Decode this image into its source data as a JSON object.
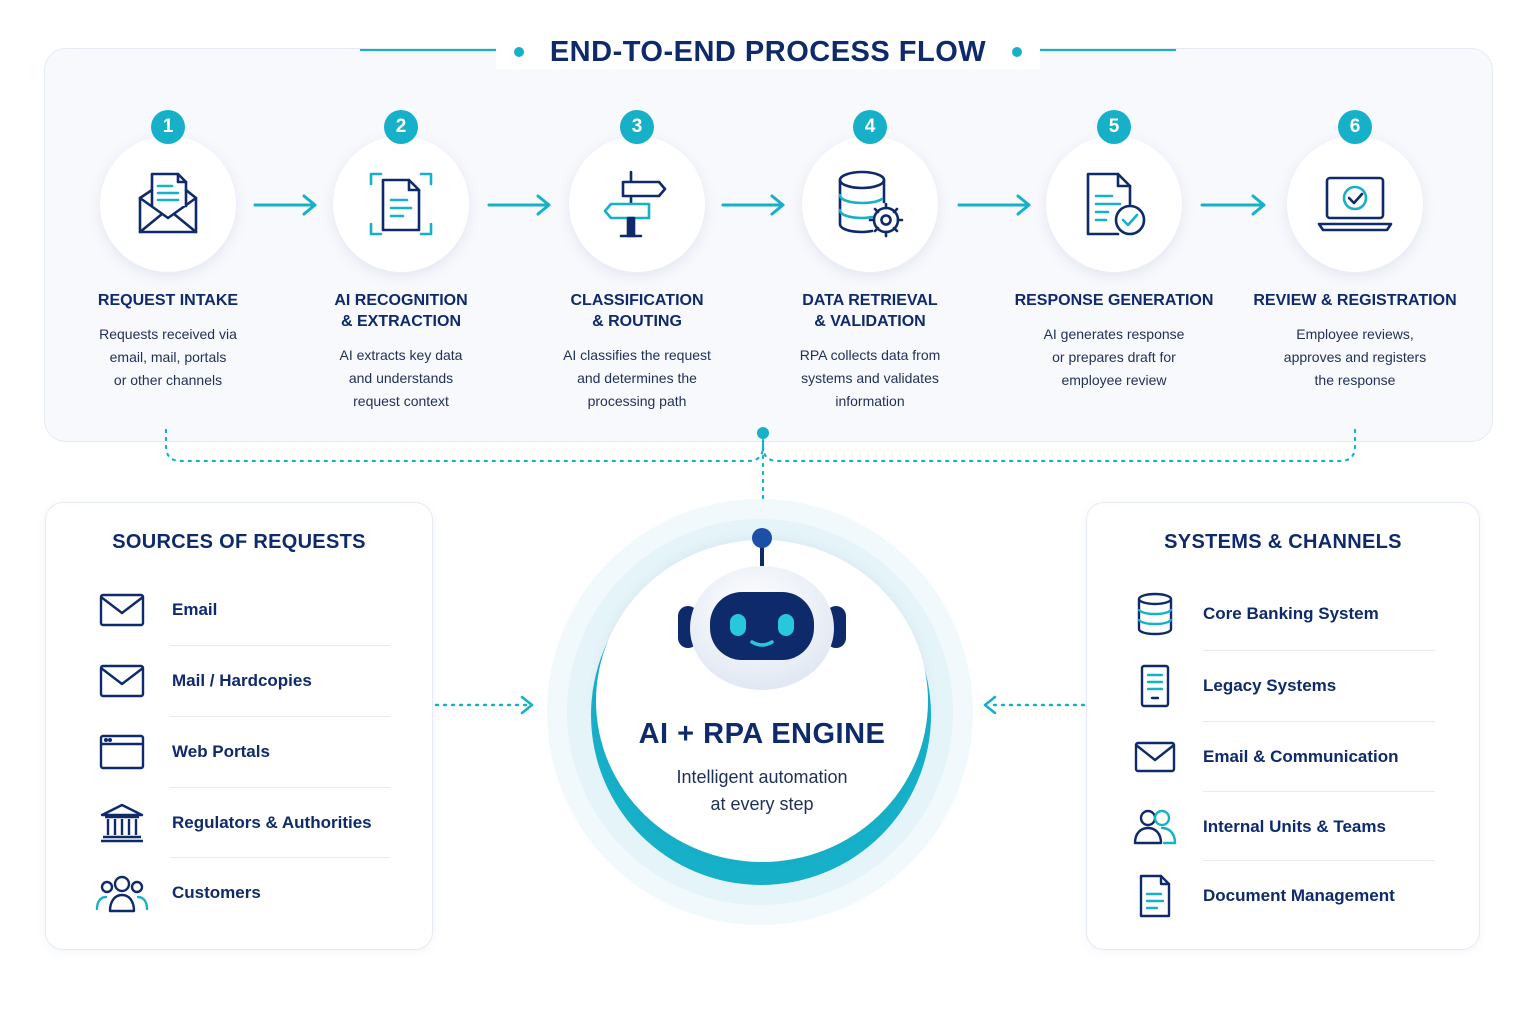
{
  "title": "END-TO-END PROCESS FLOW",
  "colors": {
    "accent": "#17b0c9",
    "navy": "#0e2a6b",
    "panel": "#f8f9fd"
  },
  "steps": [
    {
      "number": "1",
      "icon": "envelope-document-icon",
      "title": "REQUEST INTAKE",
      "title2": "",
      "desc": [
        "Requests received via",
        "email, mail, portals",
        "or other channels"
      ]
    },
    {
      "number": "2",
      "icon": "document-scan-icon",
      "title": "AI RECOGNITION",
      "title2": "& EXTRACTION",
      "desc": [
        "AI extracts key data",
        "and understands",
        "request context"
      ]
    },
    {
      "number": "3",
      "icon": "signpost-icon",
      "title": "CLASSIFICATION",
      "title2": "& ROUTING",
      "desc": [
        "AI classifies the request",
        "and determines the",
        "processing path"
      ]
    },
    {
      "number": "4",
      "icon": "database-gear-icon",
      "title": "DATA RETRIEVAL",
      "title2": "& VALIDATION",
      "desc": [
        "RPA collects data from",
        "systems and validates",
        "information"
      ]
    },
    {
      "number": "5",
      "icon": "document-check-icon",
      "title": "RESPONSE GENERATION",
      "title2": "",
      "desc": [
        "AI generates response",
        "or prepares draft for",
        "employee review"
      ]
    },
    {
      "number": "6",
      "icon": "laptop-check-icon",
      "title": "REVIEW & REGISTRATION",
      "title2": "",
      "desc": [
        "Employee reviews,",
        "approves and registers",
        "the response"
      ]
    }
  ],
  "sources": {
    "title": "SOURCES OF REQUESTS",
    "items": [
      {
        "label": "Email",
        "icon": "envelope-icon"
      },
      {
        "label": "Mail / Hardcopies",
        "icon": "envelope-icon"
      },
      {
        "label": "Web Portals",
        "icon": "browser-window-icon"
      },
      {
        "label": "Regulators & Authorities",
        "icon": "institution-icon"
      },
      {
        "label": "Customers",
        "icon": "people-icon"
      }
    ]
  },
  "systems": {
    "title": "SYSTEMS & CHANNELS",
    "items": [
      {
        "label": "Core Banking System",
        "icon": "database-icon"
      },
      {
        "label": "Legacy Systems",
        "icon": "server-icon"
      },
      {
        "label": "Email & Communication",
        "icon": "envelope-icon"
      },
      {
        "label": "Internal Units & Teams",
        "icon": "team-icon"
      },
      {
        "label": "Document Management",
        "icon": "document-icon"
      }
    ]
  },
  "engine": {
    "title": "AI + RPA ENGINE",
    "subtitle_line1": "Intelligent automation",
    "subtitle_line2": "at every step",
    "icon": "robot-icon"
  }
}
